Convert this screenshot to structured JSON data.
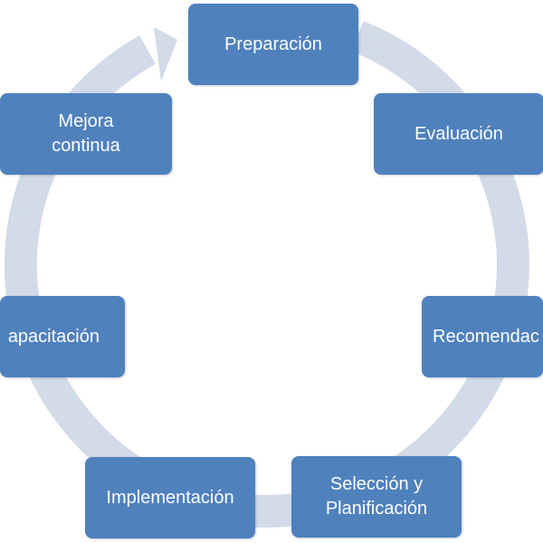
{
  "colors": {
    "node_fill": "#4f81bd",
    "node_text": "#ffffff",
    "cycle_ring": "#d3dae8"
  },
  "cycle": {
    "steps": [
      {
        "label": "Preparación"
      },
      {
        "label": "Evaluación"
      },
      {
        "label": "Recomendac"
      },
      {
        "label": "Selección y Planificación"
      },
      {
        "label": "Implementación"
      },
      {
        "label": "apacitación"
      },
      {
        "label": "Mejora continua"
      }
    ]
  }
}
